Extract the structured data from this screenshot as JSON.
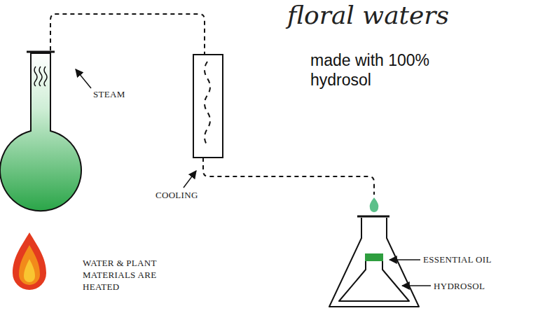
{
  "diagram": {
    "title": "floral waters",
    "labels": [
      "made with 100% hydrosol",
      "STEAM",
      "COOLING",
      "WATER & PLANT MATERIALS ARE HEATED",
      "ESSENTIAL OIL",
      "HYDROSOL"
    ]
  }
}
